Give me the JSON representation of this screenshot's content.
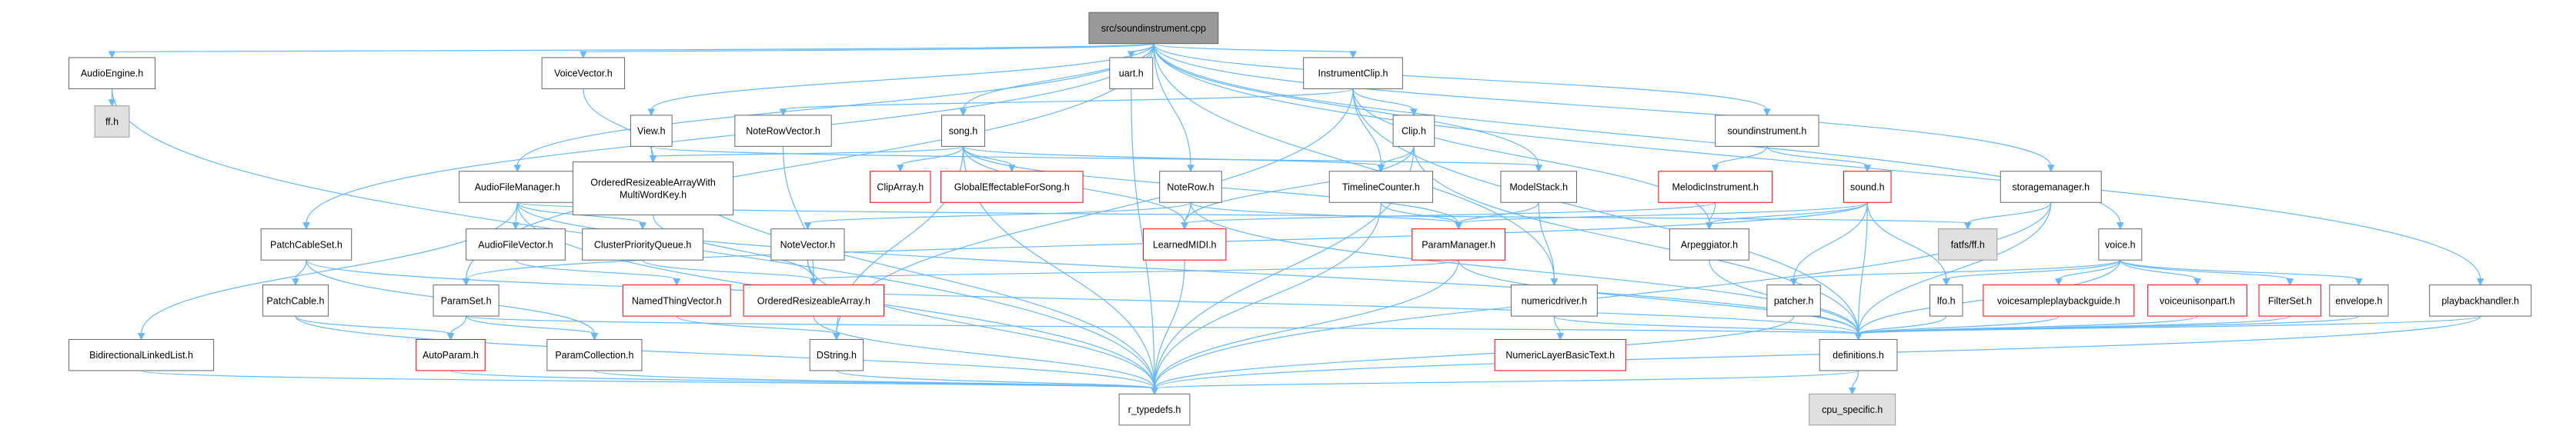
{
  "diagram": {
    "title": "src/soundinstrument.cpp",
    "colors": {
      "edge": "#63b8ff",
      "root_fill": "#999999",
      "root_border": "#666666",
      "node_fill": "#ffffff",
      "node_border": "#666666",
      "linked_border": "#ff0000",
      "external_fill": "#e0e0e0",
      "external_border": "#999999",
      "text": "#000000"
    },
    "nodes": [
      {
        "id": "root",
        "label": "src/soundinstrument.cpp",
        "kind": "root"
      },
      {
        "id": "AudioEngine",
        "label": "AudioEngine.h",
        "kind": "normal"
      },
      {
        "id": "ffh",
        "label": "ff.h",
        "kind": "external"
      },
      {
        "id": "VoiceVector",
        "label": "VoiceVector.h",
        "kind": "normal"
      },
      {
        "id": "uart",
        "label": "uart.h",
        "kind": "normal"
      },
      {
        "id": "InstrumentClip",
        "label": "InstrumentClip.h",
        "kind": "normal"
      },
      {
        "id": "View",
        "label": "View.h",
        "kind": "normal"
      },
      {
        "id": "NoteRowVector",
        "label": "NoteRowVector.h",
        "kind": "normal"
      },
      {
        "id": "song",
        "label": "song.h",
        "kind": "normal"
      },
      {
        "id": "Clip",
        "label": "Clip.h",
        "kind": "normal"
      },
      {
        "id": "soundinstrument",
        "label": "soundinstrument.h",
        "kind": "normal"
      },
      {
        "id": "AudioFileManager",
        "label": "AudioFileManager.h",
        "kind": "normal"
      },
      {
        "id": "OrderedResizeableArrayWith",
        "label": "OrderedResizeableArrayWith\nMultiWordKey.h",
        "kind": "normal"
      },
      {
        "id": "ClipArray",
        "label": "ClipArray.h",
        "kind": "linked"
      },
      {
        "id": "GlobalEffectableForSong",
        "label": "GlobalEffectableForSong.h",
        "kind": "linked"
      },
      {
        "id": "NoteRow",
        "label": "NoteRow.h",
        "kind": "normal"
      },
      {
        "id": "TimelineCounter",
        "label": "TimelineCounter.h",
        "kind": "normal"
      },
      {
        "id": "ModelStack",
        "label": "ModelStack.h",
        "kind": "normal"
      },
      {
        "id": "MelodicInstrument",
        "label": "MelodicInstrument.h",
        "kind": "linked"
      },
      {
        "id": "sound",
        "label": "sound.h",
        "kind": "linked"
      },
      {
        "id": "storagemanager",
        "label": "storagemanager.h",
        "kind": "normal"
      },
      {
        "id": "AudioFileVector",
        "label": "AudioFileVector.h",
        "kind": "normal"
      },
      {
        "id": "ClusterPriorityQueue",
        "label": "ClusterPriorityQueue.h",
        "kind": "normal"
      },
      {
        "id": "PatchCableSet",
        "label": "PatchCableSet.h",
        "kind": "normal"
      },
      {
        "id": "NoteVector",
        "label": "NoteVector.h",
        "kind": "normal"
      },
      {
        "id": "LearnedMIDI",
        "label": "LearnedMIDI.h",
        "kind": "linked"
      },
      {
        "id": "ParamManager",
        "label": "ParamManager.h",
        "kind": "linked"
      },
      {
        "id": "Arpeggiator",
        "label": "Arpeggiator.h",
        "kind": "normal"
      },
      {
        "id": "fatfsff",
        "label": "fatfs/ff.h",
        "kind": "external"
      },
      {
        "id": "voice",
        "label": "voice.h",
        "kind": "normal"
      },
      {
        "id": "PatchCable",
        "label": "PatchCable.h",
        "kind": "normal"
      },
      {
        "id": "ParamSet",
        "label": "ParamSet.h",
        "kind": "normal"
      },
      {
        "id": "NamedThingVector",
        "label": "NamedThingVector.h",
        "kind": "linked"
      },
      {
        "id": "OrderedResizeableArray",
        "label": "OrderedResizeableArray.h",
        "kind": "linked"
      },
      {
        "id": "numericdriver",
        "label": "numericdriver.h",
        "kind": "normal"
      },
      {
        "id": "patcher",
        "label": "patcher.h",
        "kind": "normal"
      },
      {
        "id": "lfo",
        "label": "lfo.h",
        "kind": "normal"
      },
      {
        "id": "voicesampleplaybackguide",
        "label": "voicesampleplaybackguide.h",
        "kind": "linked"
      },
      {
        "id": "voiceunisonpart",
        "label": "voiceunisonpart.h",
        "kind": "linked"
      },
      {
        "id": "FilterSet",
        "label": "FilterSet.h",
        "kind": "linked"
      },
      {
        "id": "envelope",
        "label": "envelope.h",
        "kind": "normal"
      },
      {
        "id": "playbackhandler",
        "label": "playbackhandler.h",
        "kind": "normal"
      },
      {
        "id": "BidirectionalLinkedList",
        "label": "BidirectionalLinkedList.h",
        "kind": "normal"
      },
      {
        "id": "AutoParam",
        "label": "AutoParam.h",
        "kind": "linked"
      },
      {
        "id": "ParamCollection",
        "label": "ParamCollection.h",
        "kind": "normal"
      },
      {
        "id": "DString",
        "label": "DString.h",
        "kind": "normal"
      },
      {
        "id": "NumericLayerBasicText",
        "label": "NumericLayerBasicText.h",
        "kind": "linked"
      },
      {
        "id": "definitions",
        "label": "definitions.h",
        "kind": "normal"
      },
      {
        "id": "r_typedefs",
        "label": "r_typedefs.h",
        "kind": "normal"
      },
      {
        "id": "cpu_specific",
        "label": "cpu_specific.h",
        "kind": "external"
      }
    ],
    "edges": [
      [
        "root",
        "AudioEngine"
      ],
      [
        "root",
        "VoiceVector"
      ],
      [
        "root",
        "uart"
      ],
      [
        "root",
        "InstrumentClip"
      ],
      [
        "root",
        "View"
      ],
      [
        "root",
        "song"
      ],
      [
        "root",
        "soundinstrument"
      ],
      [
        "root",
        "AudioFileManager"
      ],
      [
        "root",
        "NoteRow"
      ],
      [
        "root",
        "ModelStack"
      ],
      [
        "root",
        "storagemanager"
      ],
      [
        "root",
        "PatchCableSet"
      ],
      [
        "root",
        "ParamSet"
      ],
      [
        "root",
        "numericdriver"
      ],
      [
        "root",
        "voice"
      ],
      [
        "root",
        "playbackhandler"
      ],
      [
        "AudioEngine",
        "ffh"
      ],
      [
        "AudioEngine",
        "r_typedefs"
      ],
      [
        "VoiceVector",
        "OrderedResizeableArrayWith"
      ],
      [
        "uart",
        "r_typedefs"
      ],
      [
        "InstrumentClip",
        "NoteRowVector"
      ],
      [
        "InstrumentClip",
        "Clip"
      ],
      [
        "InstrumentClip",
        "TimelineCounter"
      ],
      [
        "InstrumentClip",
        "Arpeggiator"
      ],
      [
        "InstrumentClip",
        "DString"
      ],
      [
        "InstrumentClip",
        "definitions"
      ],
      [
        "View",
        "ModelStack"
      ],
      [
        "View",
        "r_typedefs"
      ],
      [
        "NoteRowVector",
        "OrderedResizeableArray"
      ],
      [
        "song",
        "ClipArray"
      ],
      [
        "song",
        "GlobalEffectableForSong"
      ],
      [
        "song",
        "OrderedResizeableArrayWith"
      ],
      [
        "song",
        "TimelineCounter"
      ],
      [
        "song",
        "ParamManager"
      ],
      [
        "song",
        "DString"
      ],
      [
        "song",
        "LearnedMIDI"
      ],
      [
        "song",
        "r_typedefs"
      ],
      [
        "Clip",
        "TimelineCounter"
      ],
      [
        "Clip",
        "LearnedMIDI"
      ],
      [
        "Clip",
        "r_typedefs"
      ],
      [
        "Clip",
        "definitions"
      ],
      [
        "soundinstrument",
        "MelodicInstrument"
      ],
      [
        "soundinstrument",
        "sound"
      ],
      [
        "MelodicInstrument",
        "Arpeggiator"
      ],
      [
        "MelodicInstrument",
        "LearnedMIDI"
      ],
      [
        "sound",
        "ParamManager"
      ],
      [
        "sound",
        "Arpeggiator"
      ],
      [
        "sound",
        "patcher"
      ],
      [
        "sound",
        "lfo"
      ],
      [
        "sound",
        "definitions"
      ],
      [
        "sound",
        "ParamSet"
      ],
      [
        "AudioFileManager",
        "AudioFileVector"
      ],
      [
        "AudioFileManager",
        "ClusterPriorityQueue"
      ],
      [
        "AudioFileManager",
        "BidirectionalLinkedList"
      ],
      [
        "AudioFileManager",
        "fatfsff"
      ],
      [
        "AudioFileManager",
        "definitions"
      ],
      [
        "AudioFileManager",
        "r_typedefs"
      ],
      [
        "AudioFileVector",
        "NamedThingVector"
      ],
      [
        "ClusterPriorityQueue",
        "OrderedResizeableArray"
      ],
      [
        "OrderedResizeableArrayWith",
        "OrderedResizeableArray"
      ],
      [
        "NoteRow",
        "NoteVector"
      ],
      [
        "NoteRow",
        "LearnedMIDI"
      ],
      [
        "NoteRow",
        "ParamManager"
      ],
      [
        "NoteRow",
        "definitions"
      ],
      [
        "NoteVector",
        "OrderedResizeableArray"
      ],
      [
        "NoteVector",
        "r_typedefs"
      ],
      [
        "TimelineCounter",
        "ParamManager"
      ],
      [
        "TimelineCounter",
        "r_typedefs"
      ],
      [
        "ModelStack",
        "ParamManager"
      ],
      [
        "ModelStack",
        "numericdriver"
      ],
      [
        "storagemanager",
        "fatfsff"
      ],
      [
        "storagemanager",
        "definitions"
      ],
      [
        "storagemanager",
        "r_typedefs"
      ],
      [
        "PatchCableSet",
        "PatchCable"
      ],
      [
        "PatchCableSet",
        "ParamCollection"
      ],
      [
        "PatchCableSet",
        "definitions"
      ],
      [
        "PatchCable",
        "AutoParam"
      ],
      [
        "PatchCable",
        "r_typedefs"
      ],
      [
        "ParamSet",
        "AutoParam"
      ],
      [
        "ParamSet",
        "ParamCollection"
      ],
      [
        "ParamSet",
        "definitions"
      ],
      [
        "ParamManager",
        "OrderedResizeableArray"
      ],
      [
        "ParamManager",
        "definitions"
      ],
      [
        "ParamManager",
        "r_typedefs"
      ],
      [
        "Arpeggiator",
        "definitions"
      ],
      [
        "LearnedMIDI",
        "r_typedefs"
      ],
      [
        "NamedThingVector",
        "DString"
      ],
      [
        "OrderedResizeableArray",
        "r_typedefs"
      ],
      [
        "numericdriver",
        "NumericLayerBasicText"
      ],
      [
        "numericdriver",
        "definitions"
      ],
      [
        "voice",
        "patcher"
      ],
      [
        "voice",
        "lfo"
      ],
      [
        "voice",
        "voicesampleplaybackguide"
      ],
      [
        "voice",
        "voiceunisonpart"
      ],
      [
        "voice",
        "FilterSet"
      ],
      [
        "voice",
        "envelope"
      ],
      [
        "voice",
        "definitions"
      ],
      [
        "patcher",
        "r_typedefs"
      ],
      [
        "lfo",
        "definitions"
      ],
      [
        "voicesampleplaybackguide",
        "definitions"
      ],
      [
        "voiceunisonpart",
        "definitions"
      ],
      [
        "FilterSet",
        "definitions"
      ],
      [
        "envelope",
        "definitions"
      ],
      [
        "playbackhandler",
        "definitions"
      ],
      [
        "playbackhandler",
        "r_typedefs"
      ],
      [
        "BidirectionalLinkedList",
        "r_typedefs"
      ],
      [
        "AutoParam",
        "r_typedefs"
      ],
      [
        "ParamCollection",
        "r_typedefs"
      ],
      [
        "DString",
        "r_typedefs"
      ],
      [
        "definitions",
        "r_typedefs"
      ],
      [
        "definitions",
        "cpu_specific"
      ]
    ]
  }
}
